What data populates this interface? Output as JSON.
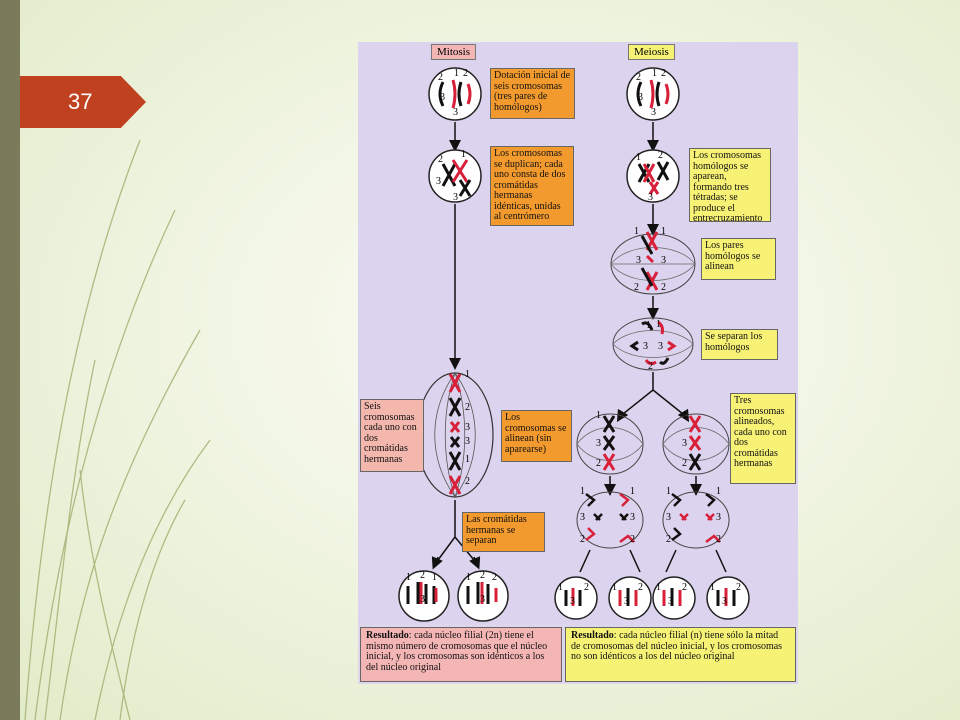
{
  "slide": {
    "number": "37"
  },
  "figure": {
    "mitosis_header": "Mitosis",
    "meiosis_header": "Meiosis",
    "mitosis_boxes": [
      "Dotación inicial de seis cromosomas (tres pares de homólogos)",
      "Los cromosomas se duplican; cada uno consta de dos cromátidas hermanas idénticas, unidas al centrómero",
      "Los cromosomas se alinean (sin aparearse)",
      "Las cromátidas hermanas se separan"
    ],
    "mitosis_side_label": "Seis cromosomas cada uno con dos cromátidas hermanas",
    "meiosis_boxes": [
      "Los cromosomas homólogos se aparean, formando tres tétradas; se produce el entrecruzamiento",
      "Los pares homólogos se alinean",
      "Se separan los homólogos",
      "Tres cromosomas alineados, cada uno con dos cromátidas hermanas"
    ],
    "result_mitosis_bold": "Resultado",
    "result_mitosis_text": ": cada núcleo filial (2n) tiene el mismo número de cromosomas que el núcleo inicial, y los cromosomas son idénticos a los del núcleo original",
    "result_meiosis_bold": "Resultado",
    "result_meiosis_text": ": cada núcleo filial (n) tiene sólo la mitad de cromosomas del núcleo inicial, y los cromosomas no son idénticos a los del núcleo original",
    "chromosome_numbers": [
      "1",
      "2",
      "3"
    ]
  },
  "colors": {
    "badge": "#c0411f",
    "sidebar": "#7b7b5b",
    "mitosis_accent": "#f39a2e",
    "meiosis_accent": "#f7f275",
    "chromosome_red": "#d8203a",
    "chromosome_black": "#1a1a1a"
  }
}
